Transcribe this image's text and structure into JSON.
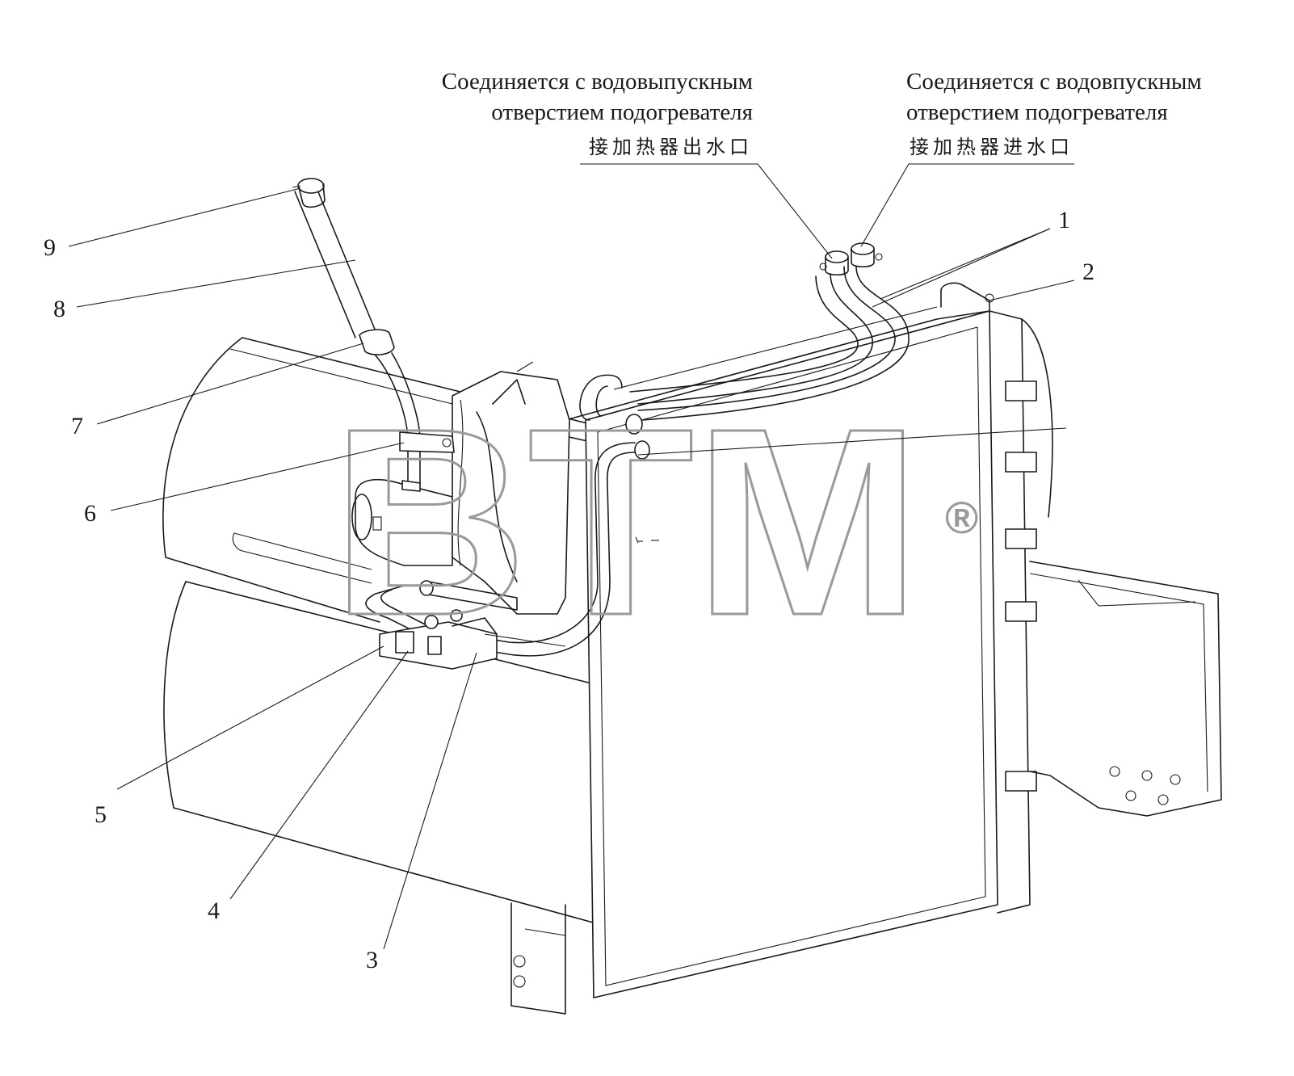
{
  "annotations": {
    "outlet_ru_line1": "Соединяется с водовыпускным",
    "outlet_ru_line2": "отверстием подогревателя",
    "outlet_cn": "接加热器出水口",
    "inlet_ru_line1": "Соединяется с водовпускным",
    "inlet_ru_line2": "отверстием подогревателя",
    "inlet_cn": "接加热器进水口"
  },
  "callouts": [
    "1",
    "2",
    "3",
    "4",
    "5",
    "6",
    "7",
    "8",
    "9"
  ],
  "watermark": {
    "text": "BTM",
    "registered_mark": "®",
    "color": "#9a9a9a"
  }
}
